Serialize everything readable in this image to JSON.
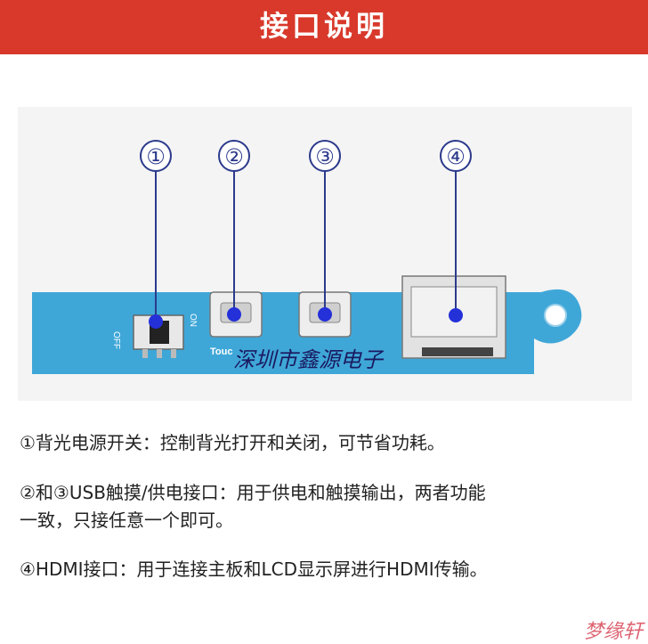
{
  "header": {
    "title": "接口说明"
  },
  "diagram": {
    "callouts": [
      {
        "number": "①"
      },
      {
        "number": "②"
      },
      {
        "number": "③"
      },
      {
        "number": "④"
      }
    ],
    "board_labels": {
      "off": "OFF",
      "on": "ON",
      "touch": "Touc"
    },
    "watermark": "深圳市鑫源电子"
  },
  "descriptions": [
    {
      "text": "①背光电源开关：控制背光打开和关闭，可节省功耗。"
    },
    {
      "line1": "②和③USB触摸/供电接口：用于供电和触摸输出，两者功能",
      "line2": "一致，只接任意一个即可。"
    },
    {
      "text": "④HDMI接口：用于连接主板和LCD显示屏进行HDMI传输。"
    }
  ],
  "footer_watermark": "梦缘轩",
  "colors": {
    "header": "#d8392b",
    "board": "#3fa7d8",
    "dot": "#2430d8"
  }
}
